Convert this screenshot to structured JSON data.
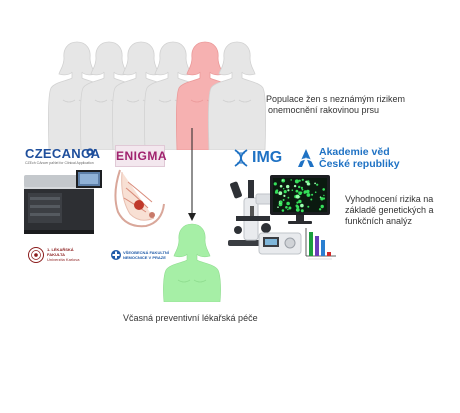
{
  "population": {
    "label_line1": "Populace žen s neznámým rizikem",
    "label_line2": "onemocnění rakovinou prsu",
    "count": 6,
    "highlighted_index": 4
  },
  "evaluation": {
    "label_line1": "Vyhodnocení rizika na",
    "label_line2": "základě genetických a",
    "label_line3": "funkčních analýz"
  },
  "care": {
    "label": "Včasná preventivní lékařská péče"
  },
  "logos": {
    "czecanca": "CZECANCA",
    "czecanca_sub": "CZEch CAncer paNel for Clinical Application",
    "enigma": "ENIGMA",
    "img": "IMG",
    "avcr_line1": "Akademie věd",
    "avcr_line2": "České republiky",
    "lf_line1": "1. LÉKAŘSKÁ",
    "lf_line2": "FAKULTA",
    "lf_line3": "Univerzita Karlova",
    "vfn_line1": "VŠEOBECNÁ FAKULTNÍ",
    "vfn_line2": "NEMOCNICE V PRAZE"
  },
  "colors": {
    "figure_gray": "#e6e6e6",
    "figure_red": "#f6b1b1",
    "figure_green": "#a6efa6",
    "czecanca": "#1f4f9c",
    "enigma": "#a0226e",
    "img": "#1f72c4"
  }
}
